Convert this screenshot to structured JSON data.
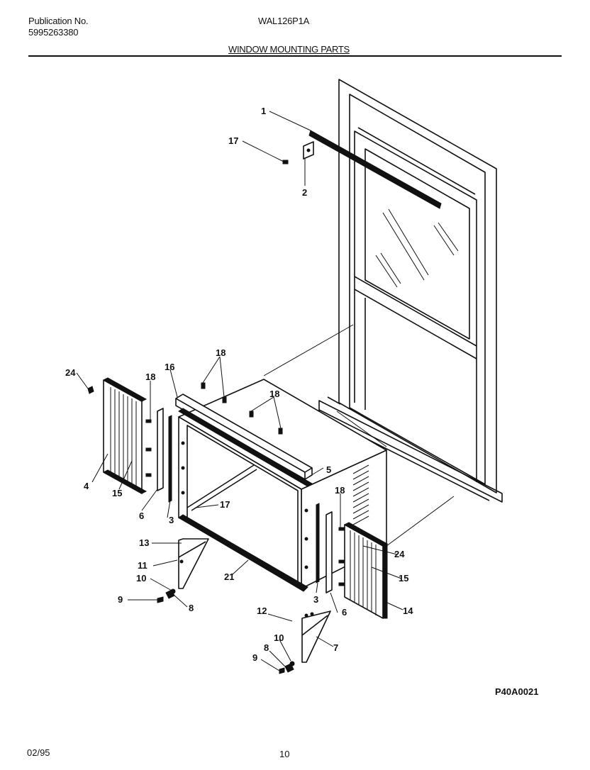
{
  "header": {
    "publication_label": "Publication No.",
    "publication_number": "5995263380",
    "model": "WAL126P1A",
    "section_title": "WINDOW MOUNTING PARTS"
  },
  "diagram_code": "P40A0021",
  "footer": {
    "date": "02/95",
    "page": "10"
  },
  "callouts": {
    "c1": "1",
    "c17_top": "17",
    "c2": "2",
    "c24_left": "24",
    "c18_a": "18",
    "c16": "16",
    "c18_b": "18",
    "c18_c": "18",
    "c4": "4",
    "c15_left": "15",
    "c6_left": "6",
    "c3_left": "3",
    "c5": "5",
    "c17_mid": "17",
    "c13": "13",
    "c11": "11",
    "c10_left": "10",
    "c9_left": "9",
    "c8_left": "8",
    "c21": "21",
    "c3_right": "3",
    "c18_right": "18",
    "c24_right": "24",
    "c15_right": "15",
    "c6_right": "6",
    "c14": "14",
    "c12": "12",
    "c10_right": "10",
    "c8_right": "8",
    "c9_right": "9",
    "c7": "7"
  }
}
